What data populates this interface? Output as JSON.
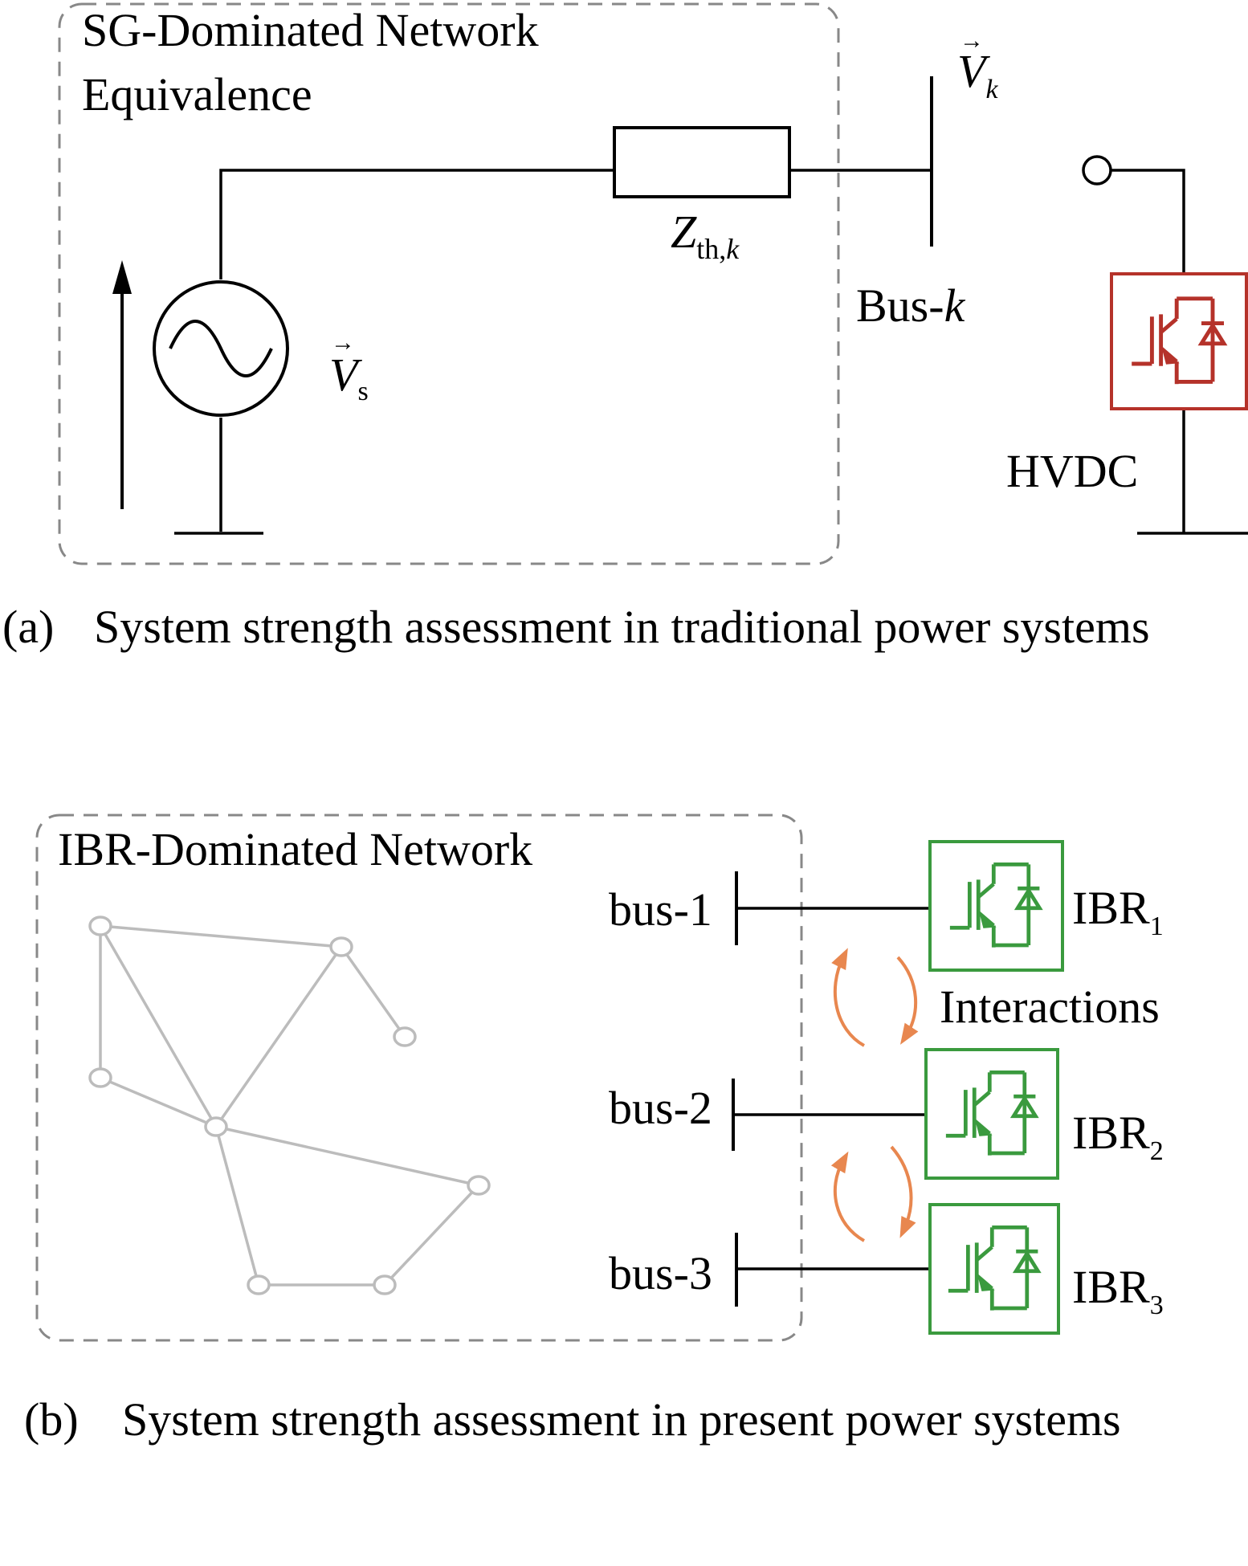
{
  "panel_a": {
    "box_title_line1": "SG-Dominated Network",
    "box_title_line2": "Equivalence",
    "source_label": {
      "main": "V",
      "sub": "s",
      "arrow": "→"
    },
    "bus_voltage_label": {
      "main": "V",
      "sub": "k",
      "arrow": "→"
    },
    "impedance_label": {
      "main": "Z",
      "sub": "th,",
      "sub_italic": "k"
    },
    "bus_label": {
      "prefix": "Bus-",
      "italic": "k"
    },
    "converter_label": "HVDC",
    "caption_tag": "(a)",
    "caption": "System strength assessment in traditional power systems"
  },
  "panel_b": {
    "box_title": "IBR-Dominated Network",
    "buses": [
      {
        "label": "bus-1",
        "ibr_main": "IBR",
        "ibr_sub": "1"
      },
      {
        "label": "bus-2",
        "ibr_main": "IBR",
        "ibr_sub": "2"
      },
      {
        "label": "bus-3",
        "ibr_main": "IBR",
        "ibr_sub": "3"
      }
    ],
    "interaction_label": "Interactions",
    "caption_tag": "(b)",
    "caption": "System strength assessment in present power systems"
  },
  "colors": {
    "line": "#000000",
    "dashed_box": "#888888",
    "hvdc": "#b5322a",
    "ibr": "#3a9a3e",
    "network": "#bcbcbc",
    "interaction_arrow": "#e8874f"
  }
}
